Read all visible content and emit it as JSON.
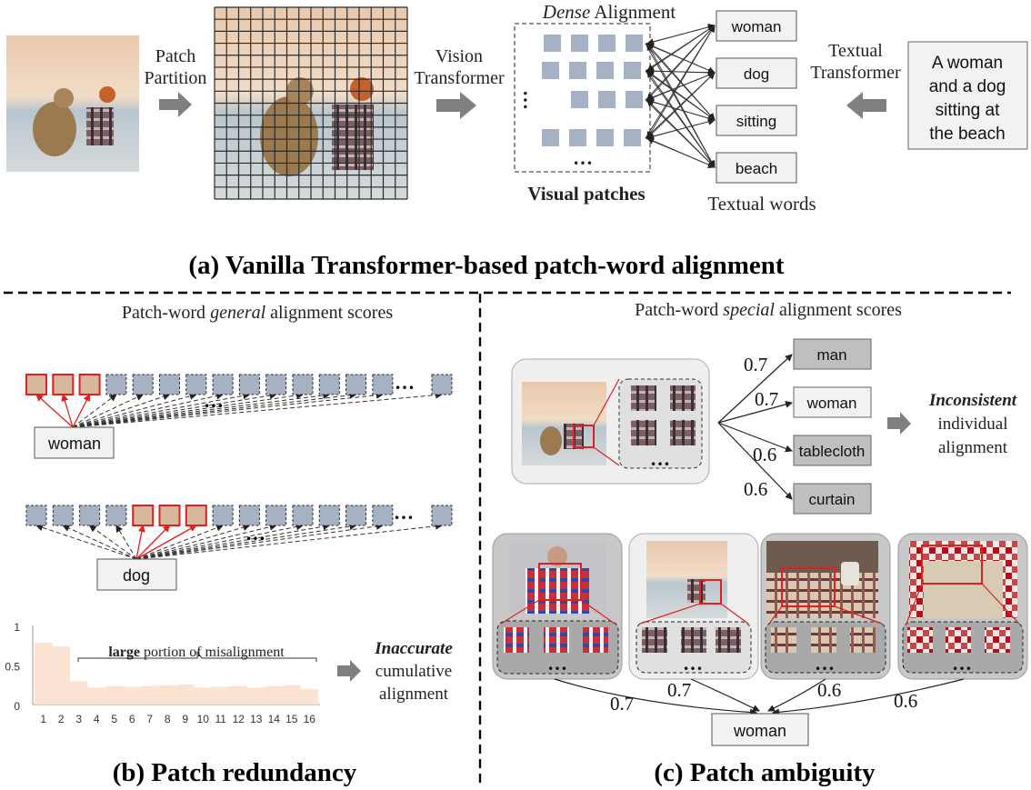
{
  "panel_a": {
    "caption": "(a) Vanilla Transformer-based  patch-word alignment",
    "patch_partition": [
      "Patch",
      "Partition"
    ],
    "vision_transformer": [
      "Vision",
      "Transformer"
    ],
    "dense_alignment_em": "Dense",
    "dense_alignment_rest": " Alignment",
    "visual_patches": "Visual patches",
    "textual_words_label": "Textual words",
    "words": [
      "woman",
      "dog",
      "sitting",
      "beach"
    ],
    "textual_transformer": [
      "Textual",
      "Transformer"
    ],
    "sentence": [
      "A woman",
      "and a dog",
      "sitting at",
      "the beach"
    ],
    "ellipsis": "…"
  },
  "panel_b": {
    "caption": "(b) Patch redundancy",
    "title_pre": "Patch-word ",
    "title_em": "general",
    "title_post": " alignment scores",
    "word1": "woman",
    "word2": "dog",
    "ellipsis": "…",
    "chart_annotation_bold": "large",
    "chart_annotation_rest": " portion of misalignment",
    "result_bold": "Inaccurate",
    "result_lines": [
      "cumulative",
      "alignment"
    ]
  },
  "panel_c": {
    "caption": "(c) Patch ambiguity",
    "title_pre": "Patch-word ",
    "title_em": "special",
    "title_post": " alignment scores",
    "words": [
      "man",
      "woman",
      "tablecloth",
      "curtain"
    ],
    "scores": [
      "0.7",
      "0.7",
      "0.6",
      "0.6"
    ],
    "result_bold": "Inconsistent",
    "result_lines": [
      "individual",
      "alignment"
    ],
    "bottom_word": "woman",
    "bottom_scores": [
      "0.7",
      "0.7",
      "0.6",
      "0.6"
    ],
    "ellipsis": "…"
  },
  "chart_data": {
    "type": "bar",
    "categories": [
      "1",
      "2",
      "3",
      "4",
      "5",
      "6",
      "7",
      "8",
      "9",
      "10",
      "11",
      "12",
      "13",
      "14",
      "15",
      "16"
    ],
    "values": [
      0.8,
      0.75,
      0.3,
      0.22,
      0.24,
      0.23,
      0.24,
      0.25,
      0.26,
      0.22,
      0.23,
      0.24,
      0.22,
      0.24,
      0.25,
      0.2
    ],
    "yticks": [
      "1",
      "0.5",
      "0"
    ],
    "ylim": [
      0,
      1
    ],
    "color": "#fbe3d4"
  },
  "colors": {
    "patch": "#a7b1c4",
    "highlight": "#e02020",
    "arrow_gray": "#7f7f7f",
    "word_box": "#f2f2f2",
    "word_box_dark": "#bfbfbf",
    "card_light": "#efefef",
    "card_dark": "#c8c8c8"
  }
}
